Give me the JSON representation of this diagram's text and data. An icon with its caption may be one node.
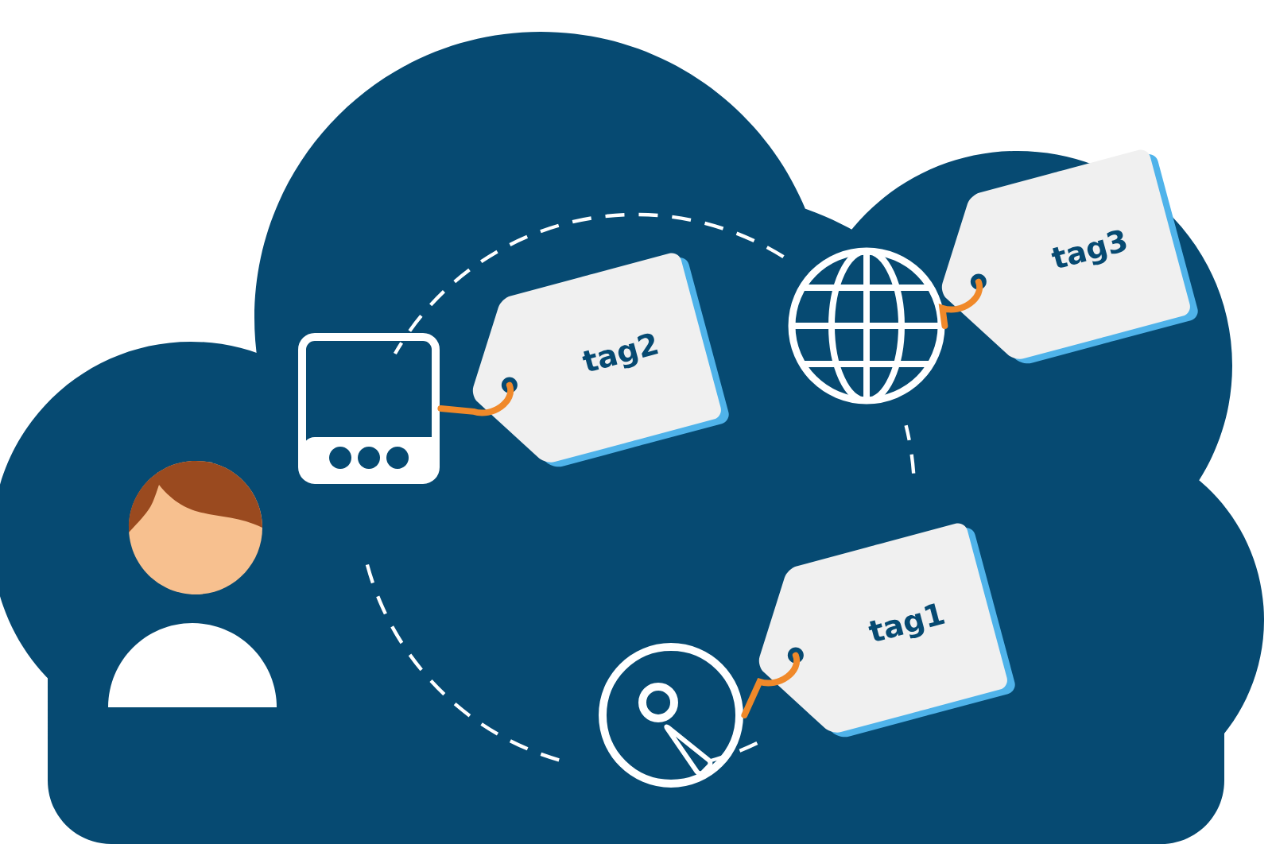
{
  "diagram": {
    "nodes": [
      {
        "text": [
          "tag2"
        ]
      },
      {
        "text": [],
        "shape": "picture"
      },
      {
        "text": [
          "tag3"
        ]
      },
      {
        "text": [],
        "shape": "picture"
      },
      {
        "text": [
          "tag1"
        ]
      },
      {
        "text": [],
        "shape": "picture"
      }
    ],
    "edges": [
      {
        "from": 0,
        "to": 1,
        "arrow": "none"
      },
      {
        "from": 2,
        "to": 3,
        "arrow": "none"
      },
      {
        "from": 4,
        "to": 5,
        "arrow": "none"
      }
    ]
  }
}
